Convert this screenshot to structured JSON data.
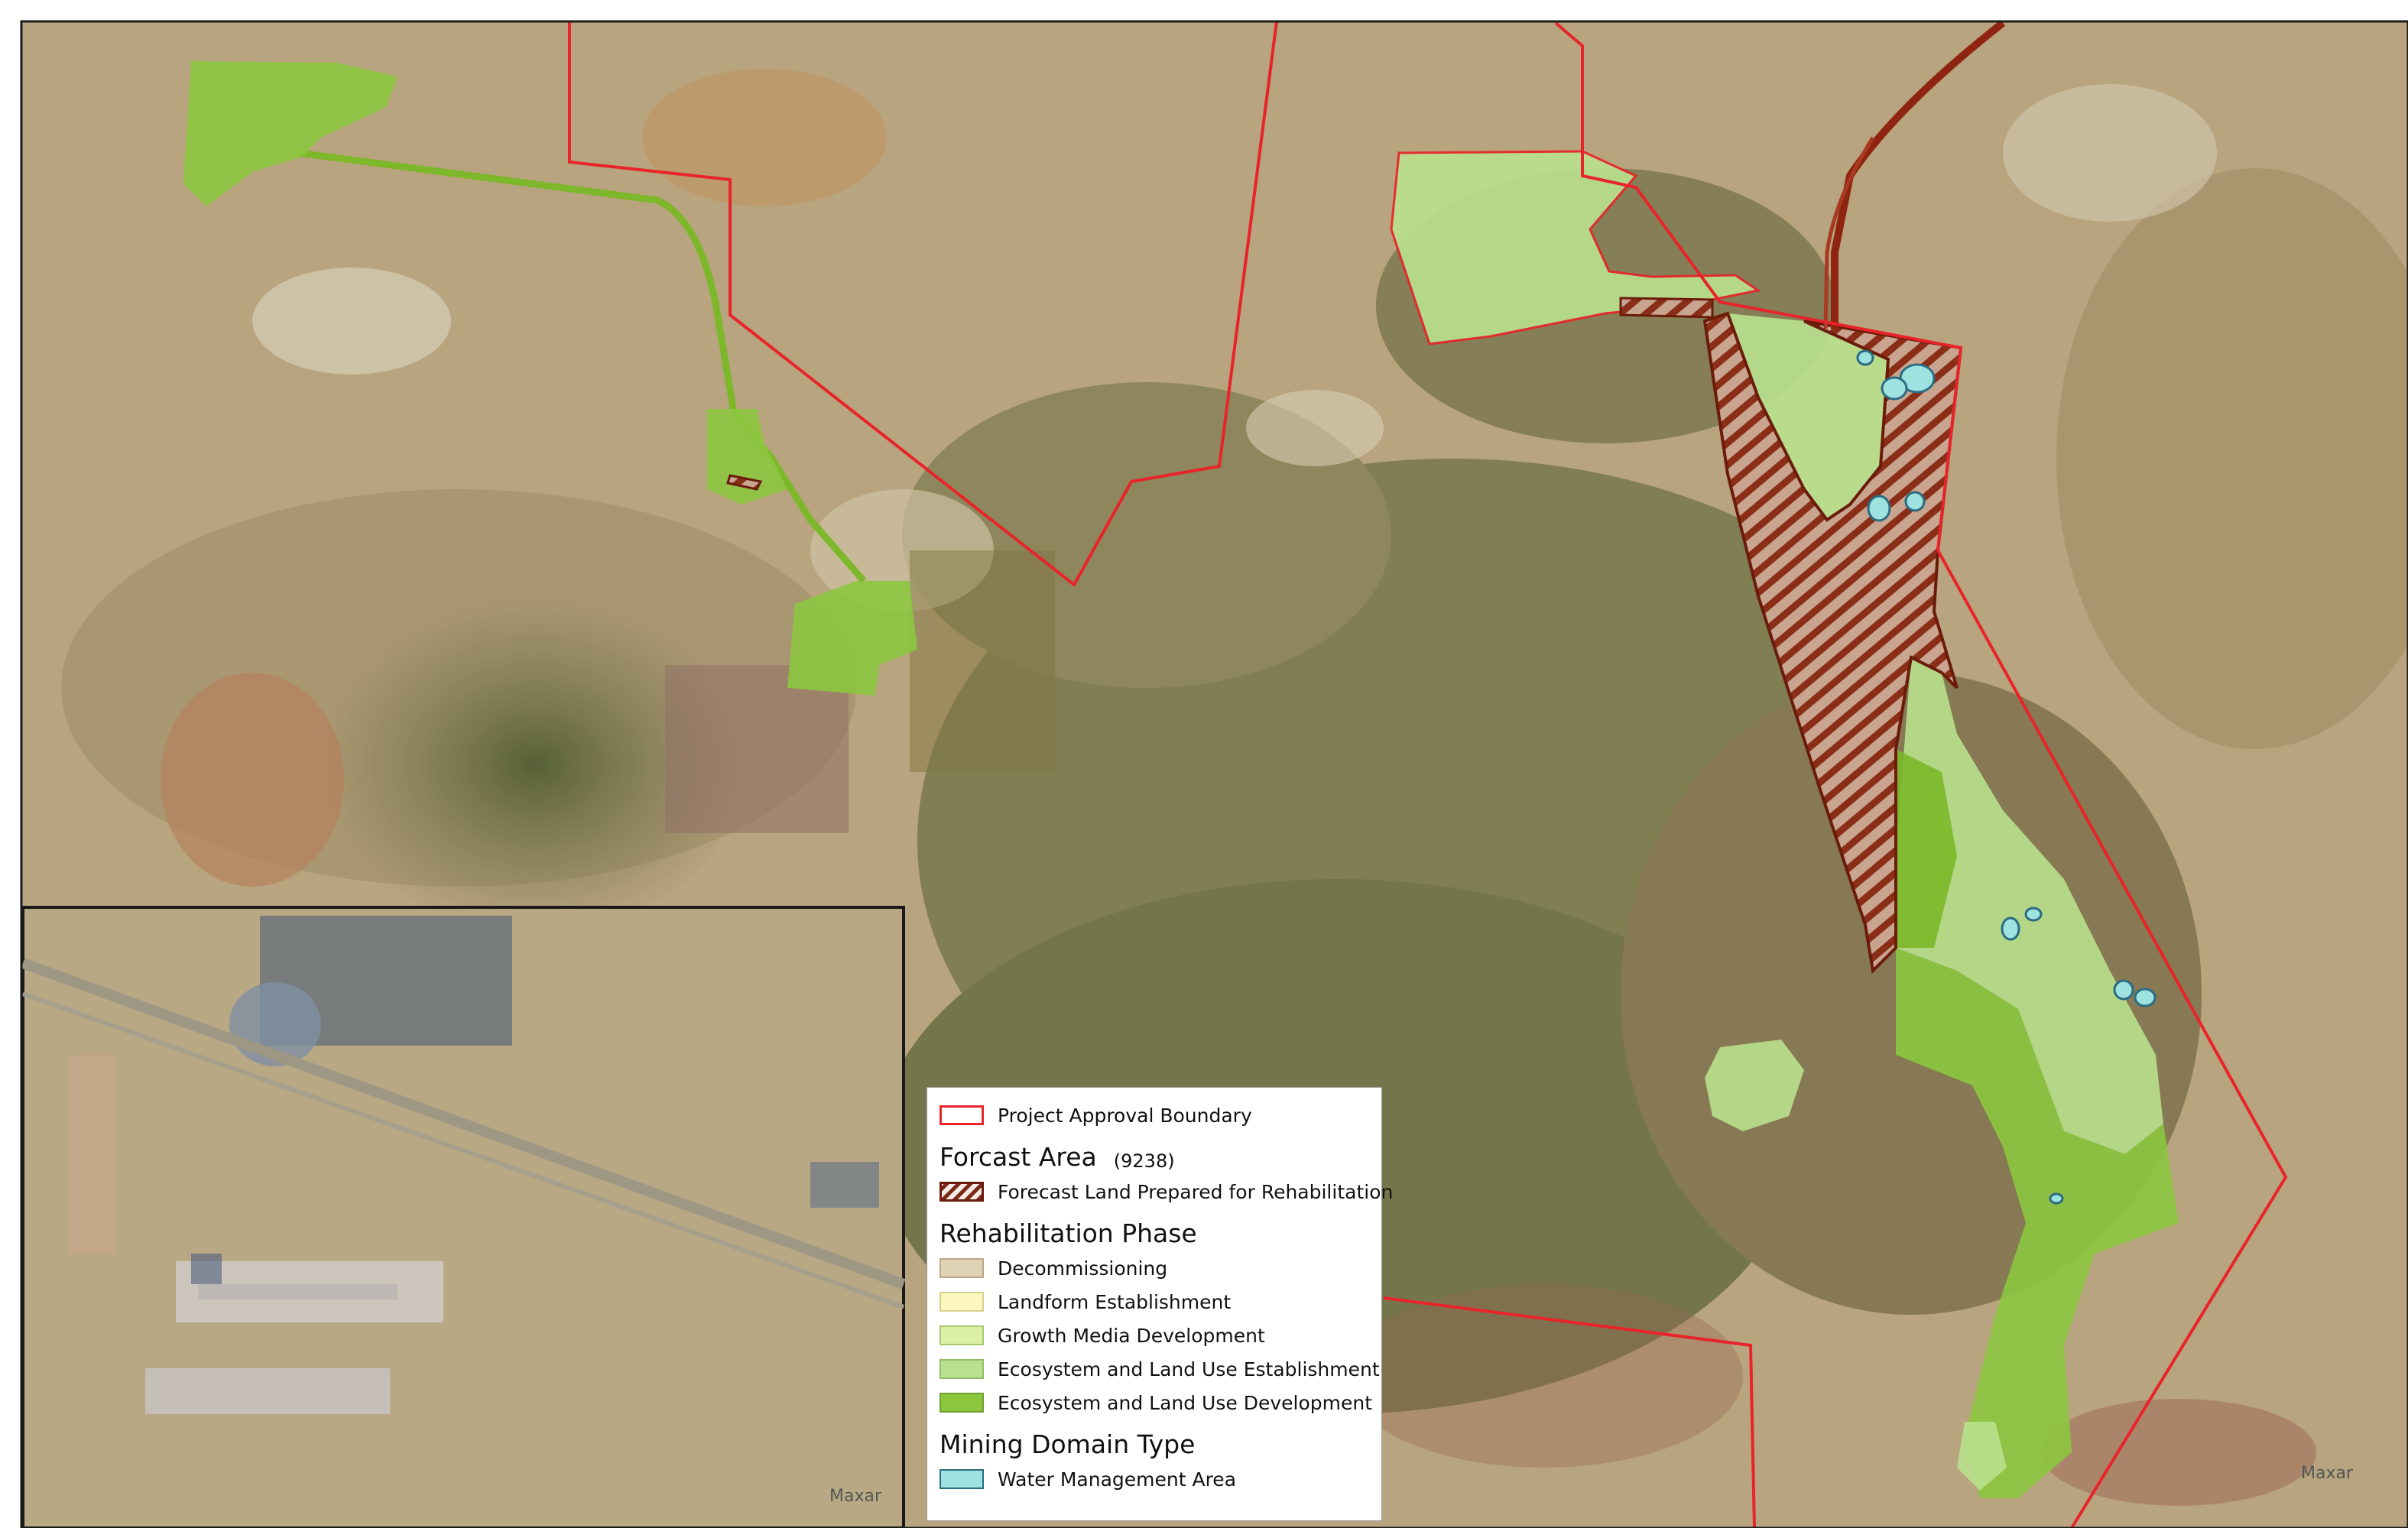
{
  "legend": {
    "boundary": {
      "label": "Project Approval Boundary",
      "color": "#e8242a"
    },
    "forecast_heading": "Forcast Area",
    "forecast_count": "(9238)",
    "forecast_item": {
      "label": "Forecast Land Prepared for Rehabilitation",
      "color": "#7a2a16"
    },
    "rehab_heading": "Rehabilitation Phase",
    "rehab_items": [
      {
        "label": "Decommissioning",
        "color": "#e0d2b4"
      },
      {
        "label": "Landform Establishment",
        "color": "#fbf7bd"
      },
      {
        "label": "Growth Media Development",
        "color": "#d9f0a6"
      },
      {
        "label": "Ecosystem and Land Use Establishment",
        "color": "#b9e08d"
      },
      {
        "label": "Ecosystem and Land Use Development",
        "color": "#8cc63f"
      }
    ],
    "mining_heading": "Mining Domain Type",
    "mining_items": [
      {
        "label": "Water Management Area",
        "color": "#9ee3e0"
      }
    ]
  },
  "credits": {
    "main": "Maxar",
    "inset": "Maxar"
  }
}
